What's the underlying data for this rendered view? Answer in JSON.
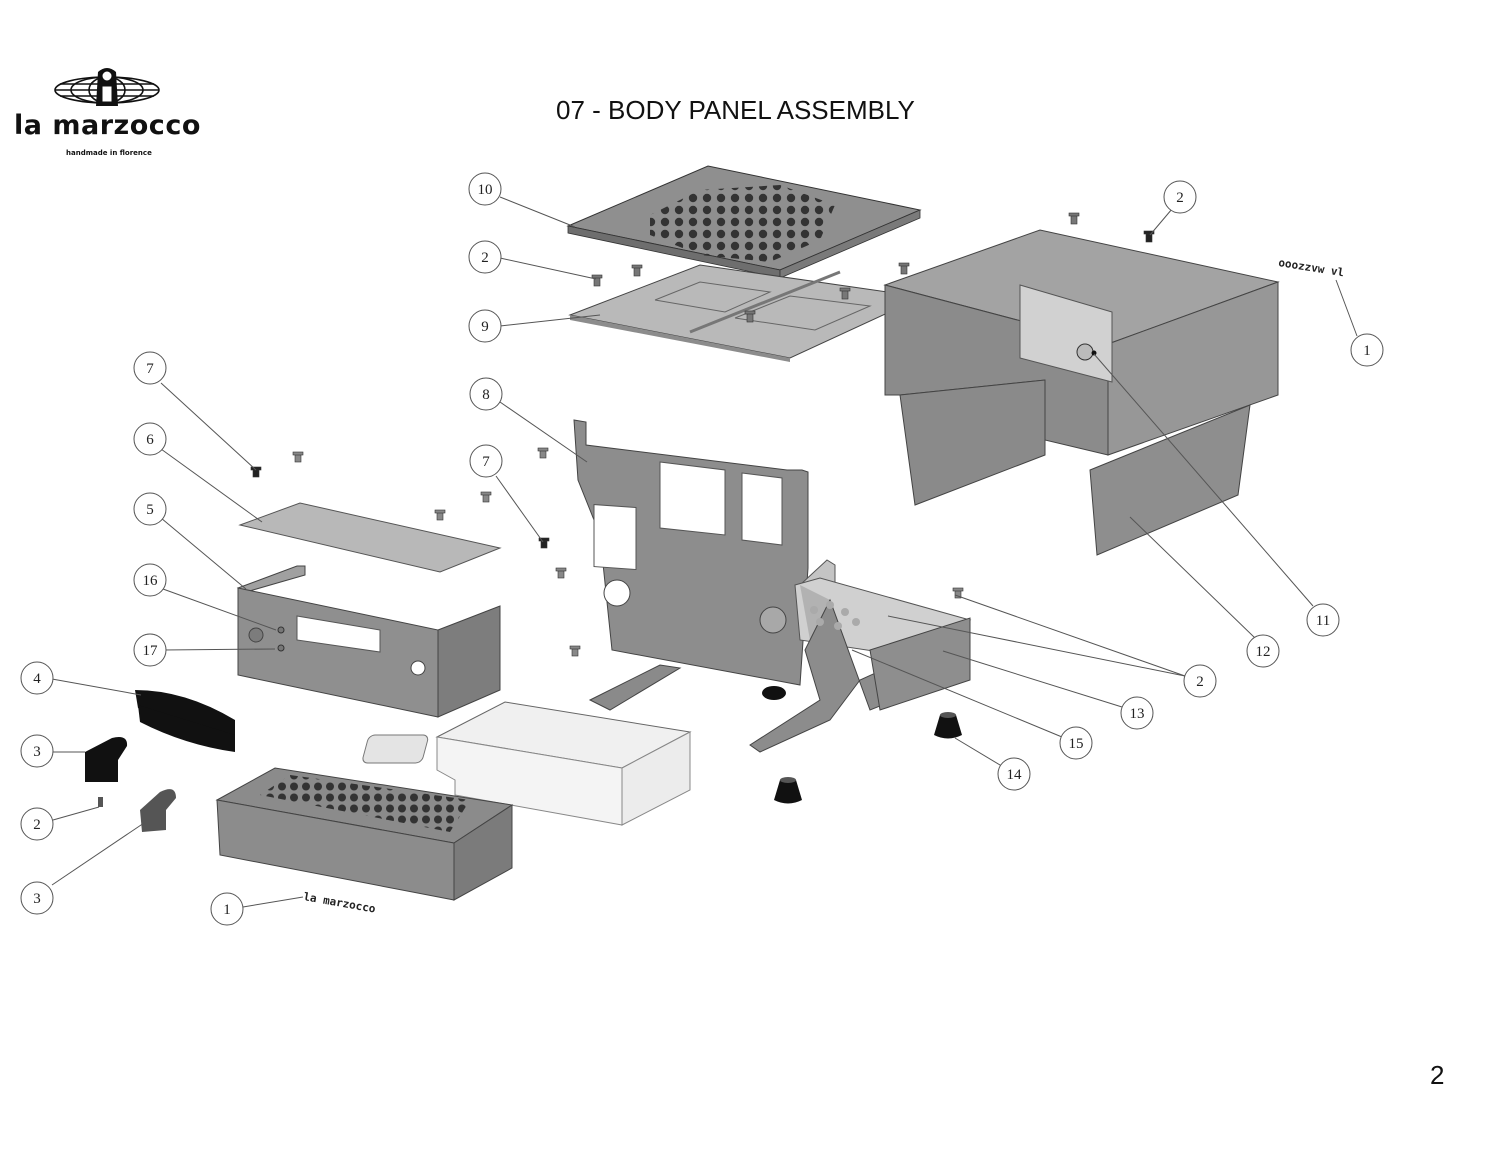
{
  "header": {
    "brand_name": "la marzocco",
    "brand_tagline": "handmade in florence",
    "title": "07 - BODY PANEL ASSEMBLY"
  },
  "footer": {
    "page_number": "2"
  },
  "colors": {
    "panel_dark": "#8a8a8a",
    "panel_mid": "#a5a5a5",
    "panel_light": "#c8c8c8",
    "rubber": "#111111",
    "tank": "#f2f2f2",
    "leader_line": "#555555"
  },
  "diagram": {
    "callouts": [
      {
        "label": "10",
        "part": "top-cup-tray-grid"
      },
      {
        "label": "2",
        "part": "screw"
      },
      {
        "label": "9",
        "part": "top-panel"
      },
      {
        "label": "2",
        "part": "screw"
      },
      {
        "label": "1",
        "part": "logo-badge"
      },
      {
        "label": "7",
        "part": "screw"
      },
      {
        "label": "6",
        "part": "electronics-cover"
      },
      {
        "label": "5",
        "part": "electronics-box"
      },
      {
        "label": "16",
        "part": "switch"
      },
      {
        "label": "17",
        "part": "switch"
      },
      {
        "label": "8",
        "part": "front-frame-panel"
      },
      {
        "label": "7",
        "part": "screw"
      },
      {
        "label": "4",
        "part": "drip-tray-grid"
      },
      {
        "label": "3",
        "part": "side-knob"
      },
      {
        "label": "2",
        "part": "screw"
      },
      {
        "label": "3",
        "part": "side-knob"
      },
      {
        "label": "1",
        "part": "logo-badge"
      },
      {
        "label": "11",
        "part": "switch-plate"
      },
      {
        "label": "12",
        "part": "side-body-panel"
      },
      {
        "label": "2",
        "part": "screw"
      },
      {
        "label": "13",
        "part": "base-frame"
      },
      {
        "label": "15",
        "part": "base-tray"
      },
      {
        "label": "14",
        "part": "rubber-foot"
      }
    ]
  }
}
